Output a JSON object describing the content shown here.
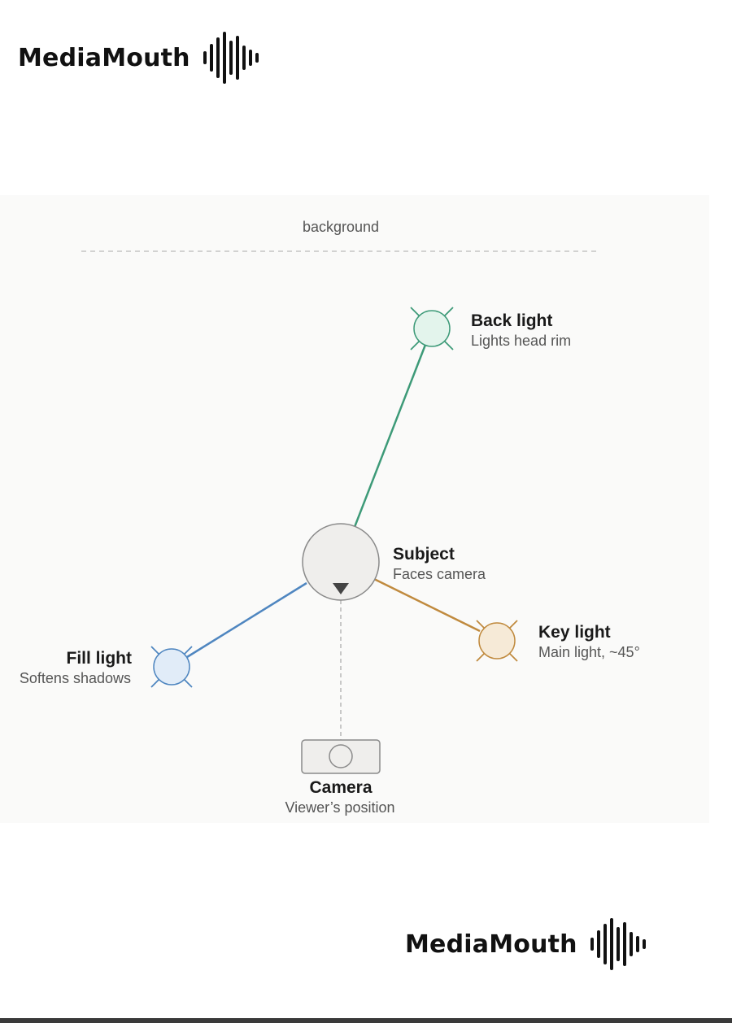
{
  "brand": {
    "name": "MediaMouth",
    "icon": "soundwave-icon"
  },
  "diagram": {
    "background_label": "background",
    "nodes": {
      "back_light": {
        "title": "Back light",
        "subtitle": "Lights head rim",
        "color": "#3d9a78",
        "fill": "#e3f4ec"
      },
      "subject": {
        "title": "Subject",
        "subtitle": "Faces camera",
        "color": "#8a8a8a",
        "fill": "#efeeec"
      },
      "key_light": {
        "title": "Key light",
        "subtitle": "Main light, ~45°",
        "color": "#c08a3e",
        "fill": "#f6ead7"
      },
      "fill_light": {
        "title": "Fill light",
        "subtitle": "Softens shadows",
        "color": "#4f86c0",
        "fill": "#e1ecf8"
      },
      "camera": {
        "title": "Camera",
        "subtitle": "Viewer’s position",
        "color": "#8a8a8a",
        "fill": "#efeeec"
      }
    }
  }
}
